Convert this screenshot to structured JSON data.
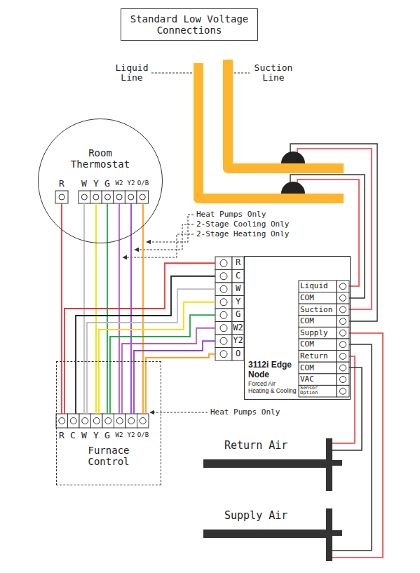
{
  "diagram": {
    "title": "Standard Low Voltage Connections",
    "nodes": [
      {
        "text": [
          "Room Thermostat"
        ]
      },
      {
        "text": [
          "3112i Edge Node",
          "Forced Air Heating & Cooling"
        ]
      },
      {
        "text": [
          "Furnace Control"
        ]
      }
    ],
    "edges": [
      {
        "from": 0,
        "to": 2,
        "arrow": "none"
      },
      {
        "from": 0,
        "to": 2,
        "arrow": "none"
      },
      {
        "from": 0,
        "to": 2,
        "arrow": "none"
      },
      {
        "from": 0,
        "to": 2,
        "arrow": "none"
      },
      {
        "from": 0,
        "to": 2,
        "arrow": "none"
      },
      {
        "from": 0,
        "to": 2,
        "arrow": "none"
      },
      {
        "from": 0,
        "to": 2,
        "arrow": "none"
      },
      {
        "from": 2,
        "to": 1,
        "arrow": "none"
      },
      {
        "from": 2,
        "to": 1,
        "arrow": "none"
      },
      {
        "from": 2,
        "to": 1,
        "arrow": "none"
      },
      {
        "from": 2,
        "to": 1,
        "arrow": "none"
      },
      {
        "from": 2,
        "to": 1,
        "arrow": "none"
      },
      {
        "from": 2,
        "to": 1,
        "arrow": "none"
      },
      {
        "from": 2,
        "to": 1,
        "arrow": "none"
      },
      {
        "from": 2,
        "to": 1,
        "arrow": "none"
      }
    ],
    "labels": [
      "Liquid Line",
      "Suction Line",
      "R",
      "W",
      "Y",
      "G",
      "W2",
      "Y2",
      "O/B",
      "Heat Pumps Only",
      "2-Stage Cooling Only",
      "2-Stage Heating Only",
      "R",
      "C",
      "W",
      "Y",
      "G",
      "W2",
      "Y2",
      "O",
      "Liquid",
      "COM",
      "Suction",
      "COM",
      "Supply",
      "COM",
      "Return",
      "COM",
      "VAC",
      "Sensor Option",
      "Heat Pumps Only",
      "R",
      "C",
      "W",
      "Y",
      "G",
      "W2",
      "Y2",
      "O/B",
      "Return Air",
      "Supply Air"
    ]
  }
}
